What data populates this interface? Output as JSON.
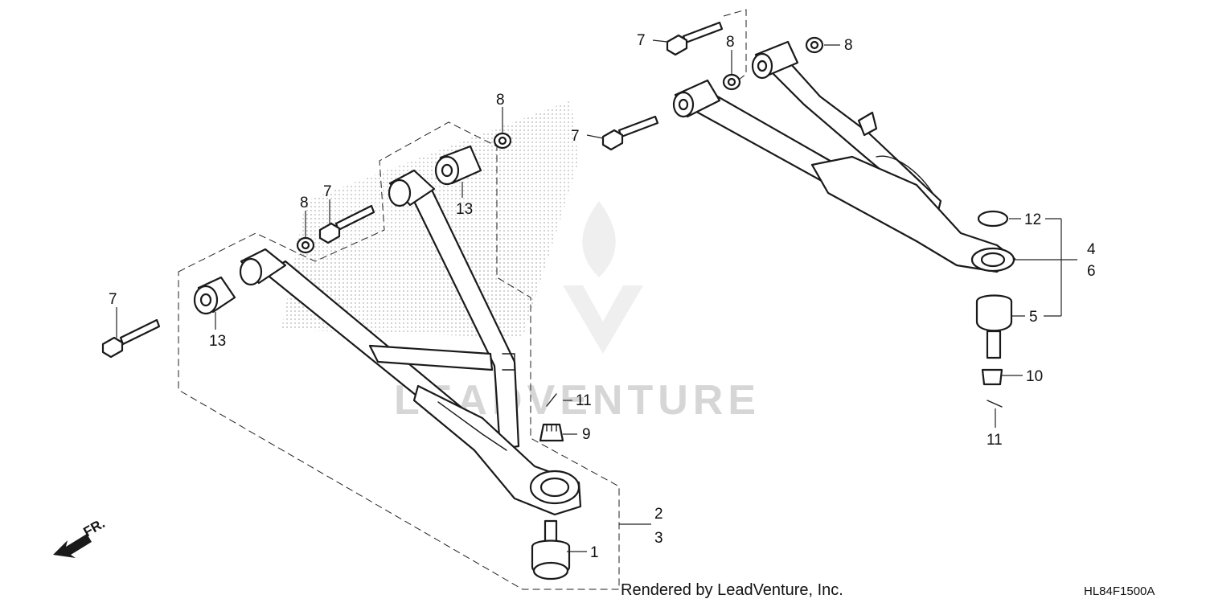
{
  "watermark": {
    "text": "LEADVENTURE",
    "color": "#d6d6d6"
  },
  "credit": "Rendered by LeadVenture, Inc.",
  "diagram_code": "HL84F1500A",
  "direction": {
    "label": "FR.",
    "icon": "front-arrow-icon"
  },
  "callouts": {
    "c1": "1",
    "c2": "2",
    "c3": "3",
    "c4": "4",
    "c5": "5",
    "c6": "6",
    "c7a": "7",
    "c7b": "7",
    "c7c": "7",
    "c7d": "7",
    "c8a": "8",
    "c8b": "8",
    "c8c": "8",
    "c8d": "8",
    "c9": "9",
    "c10": "10",
    "c11a": "11",
    "c11b": "11",
    "c12": "12",
    "c13a": "13",
    "c13b": "13"
  }
}
